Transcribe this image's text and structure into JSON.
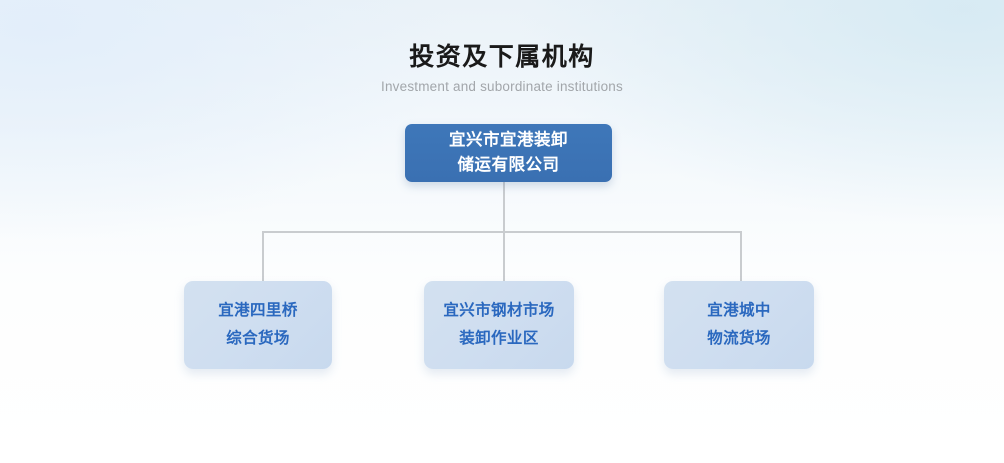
{
  "header": {
    "title": "投资及下属机构",
    "subtitle": "Investment and subordinate institutions"
  },
  "colors": {
    "root_node_bg": "#3a72b5",
    "child_node_bg": "#cfdef0",
    "child_node_text": "#2a68bf",
    "connector_line": "#c9cccf",
    "title_text": "#1a1a1a",
    "subtitle_text": "#a2a6aa",
    "page_background": "#eaf2f8"
  },
  "chart_data": {
    "type": "diagram",
    "diagram_type": "organization-chart",
    "title": "投资及下属机构",
    "subtitle": "Investment and subordinate institutions",
    "root": {
      "id": "root",
      "line1": "宜兴市宜港装卸",
      "line2": "储运有限公司",
      "full_text": "宜兴市宜港装卸储运有限公司"
    },
    "children": [
      {
        "id": "child-1",
        "line1": "宜港四里桥",
        "line2": "综合货场",
        "full_text": "宜港四里桥综合货场"
      },
      {
        "id": "child-2",
        "line1": "宜兴市钢材市场",
        "line2": "装卸作业区",
        "full_text": "宜兴市钢材市场装卸作业区"
      },
      {
        "id": "child-3",
        "line1": "宜港城中",
        "line2": "物流货场",
        "full_text": "宜港城中物流货场"
      }
    ],
    "edges": [
      {
        "from": "root",
        "to": "child-1"
      },
      {
        "from": "root",
        "to": "child-2"
      },
      {
        "from": "root",
        "to": "child-3"
      }
    ],
    "levels": 2,
    "node_count": 4
  }
}
